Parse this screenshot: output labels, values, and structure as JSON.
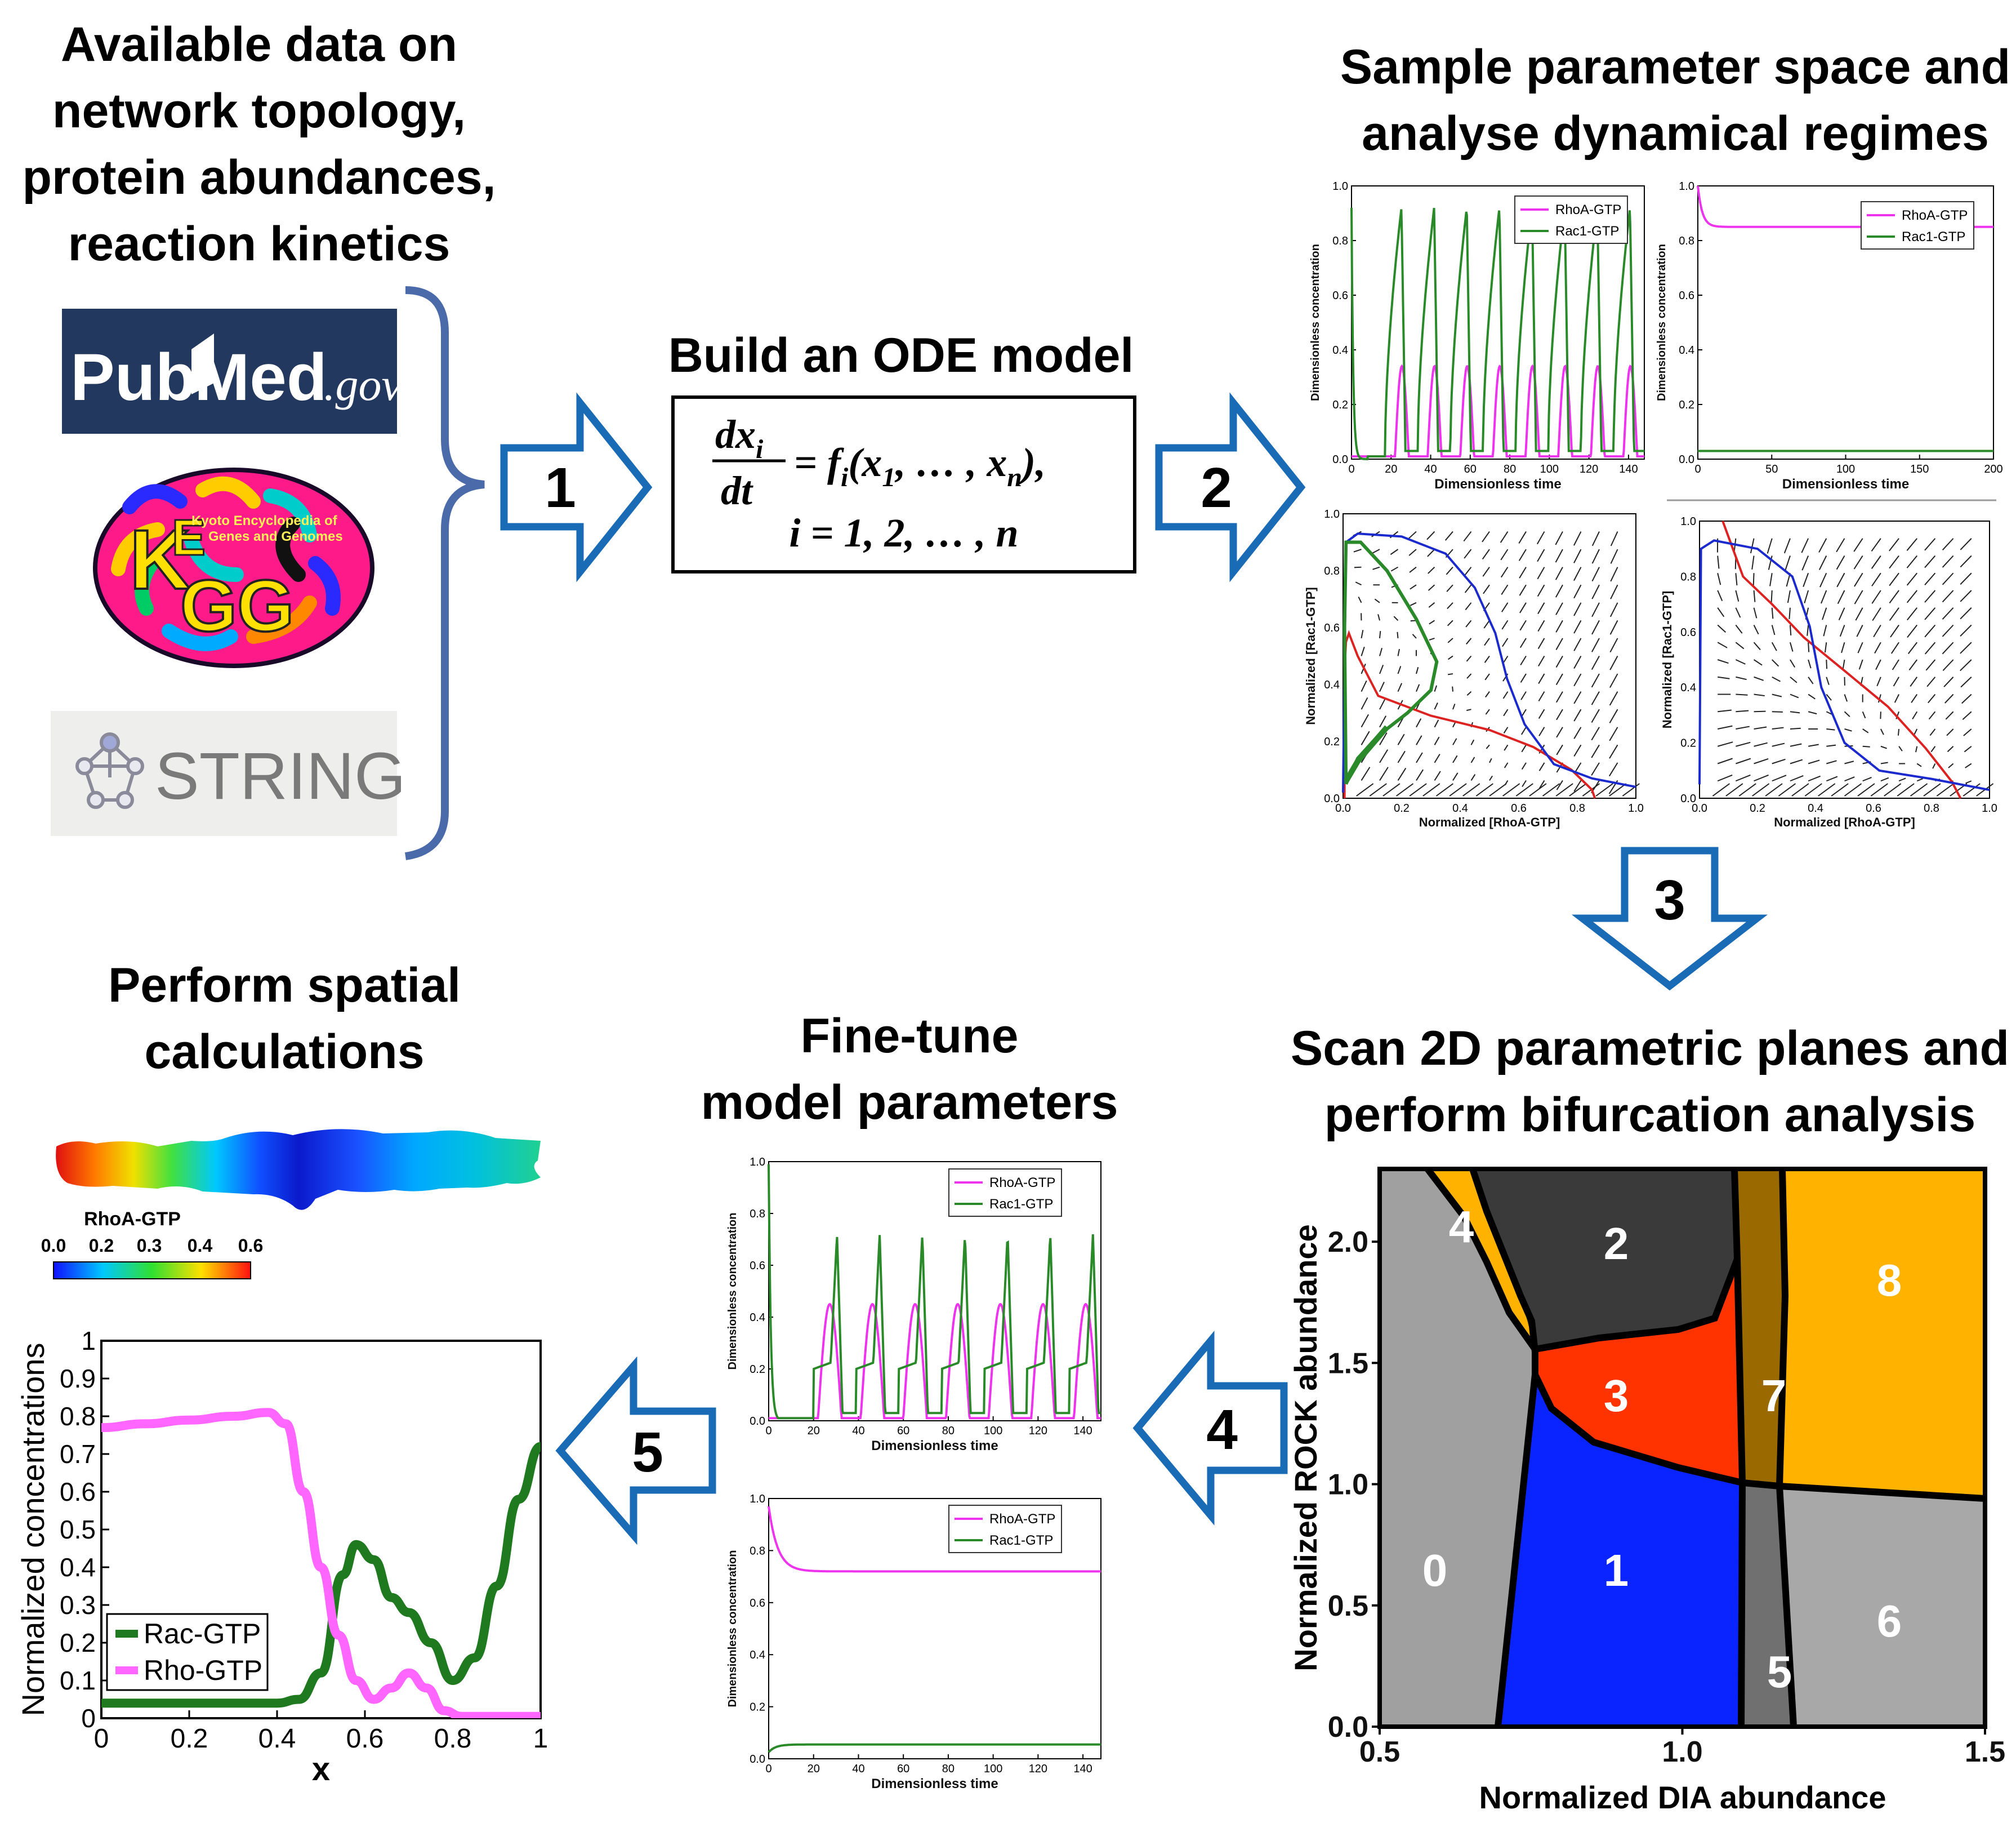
{
  "titles": {
    "data_sources": [
      "Available data on",
      "network topology,",
      "protein abundances,",
      "reaction kinetics"
    ],
    "build": "Build an ODE model",
    "sample": [
      "Sample parameter space and",
      "analyse dynamical regimes"
    ],
    "scan": [
      "Scan 2D parametric planes and",
      "perform bifurcation analysis"
    ],
    "finetune": [
      "Fine-tune",
      "model parameters"
    ],
    "spatial": [
      "Perform spatial",
      "calculations"
    ]
  },
  "logos": {
    "pubmed": {
      "pub": "Pub",
      "med": "Med",
      "gov": ".gov",
      "bg": "#22385f"
    },
    "kegg": {
      "letters": "KEGG",
      "sub": "Kyoto Encyclopedia of Genes and Genomes"
    },
    "string": {
      "text": "STRING"
    }
  },
  "equation": {
    "lhs_num": "dx",
    "lhs_sub": "i",
    "lhs_den": "dt",
    "rhs": "= f",
    "rhs_sub": "i",
    "rhs_args": "(x",
    "rhs_tail": ", … , x",
    "rhs_n": "n",
    "rhs_end": "),",
    "line2": "i = 1, 2, … , n"
  },
  "arrows": [
    {
      "id": "1",
      "label": "1"
    },
    {
      "id": "2",
      "label": "2"
    },
    {
      "id": "3",
      "label": "3"
    },
    {
      "id": "4",
      "label": "4"
    },
    {
      "id": "5",
      "label": "5"
    }
  ],
  "colors": {
    "arrow": "#1a6bb5",
    "rho": "#ee33ee",
    "rac": "#2a8a2a",
    "nullcline_red": "#dd2222",
    "nullcline_blue": "#1a2acc",
    "spatial_rac": "#1f7a1f",
    "spatial_rho": "#ff66ff"
  },
  "timeplots": {
    "ylabel": "Dimensionless concentration",
    "xlabel": "Dimensionless time",
    "legend": [
      "RhoA-GTP",
      "Rac1-GTP"
    ],
    "yticks": [
      "0.0",
      "0.2",
      "0.4",
      "0.6",
      "0.8",
      "1.0"
    ],
    "osc_xticks": [
      "0",
      "20",
      "40",
      "60",
      "80",
      "100",
      "120",
      "140"
    ],
    "steady_xticks": [
      "0",
      "50",
      "100",
      "150",
      "200"
    ]
  },
  "phaseplots": {
    "xlabel": "Normalized [RhoA-GTP]",
    "ylabel": "Normalized [Rac1-GTP]",
    "ticks": [
      "0.0",
      "0.2",
      "0.4",
      "0.6",
      "0.8",
      "1.0"
    ]
  },
  "bifurcation": {
    "xlabel": "Normalized DIA abundance",
    "ylabel": "Normalized ROCK abundance",
    "xticks": [
      "0.5",
      "1.0",
      "1.5"
    ],
    "yticks": [
      "0.0",
      "0.5",
      "1.0",
      "1.5",
      "2.0"
    ],
    "xlim": [
      0.5,
      1.5
    ],
    "ylim": [
      0.0,
      2.3
    ],
    "regions": [
      {
        "label": "0",
        "color": "#a0a0a0"
      },
      {
        "label": "1",
        "color": "#0a24ff"
      },
      {
        "label": "2",
        "color": "#3a3a3a"
      },
      {
        "label": "3",
        "color": "#ff3300"
      },
      {
        "label": "4",
        "color": "#ffb300"
      },
      {
        "label": "5",
        "color": "#707070"
      },
      {
        "label": "6",
        "color": "#a8a8a8"
      },
      {
        "label": "7",
        "color": "#9a6a00"
      },
      {
        "label": "8",
        "color": "#ffb300"
      }
    ]
  },
  "colorbar": {
    "title": "RhoA-GTP",
    "ticks": [
      "0.0",
      "0.2",
      "0.3",
      "0.4",
      "0.6"
    ]
  },
  "spatial_chart": {
    "type": "line",
    "xlabel": "x",
    "ylabel": "Normalized concentrations",
    "xticks": [
      "0",
      "0.2",
      "0.4",
      "0.6",
      "0.8",
      "1"
    ],
    "yticks": [
      "0",
      "0.1",
      "0.2",
      "0.3",
      "0.4",
      "0.5",
      "0.6",
      "0.7",
      "0.8",
      "0.9",
      "1"
    ],
    "xlim": [
      0,
      1
    ],
    "ylim": [
      0,
      1
    ],
    "series": [
      {
        "name": "Rac-GTP",
        "x": [
          0,
          0.1,
          0.2,
          0.3,
          0.4,
          0.45,
          0.5,
          0.55,
          0.58,
          0.62,
          0.66,
          0.7,
          0.75,
          0.8,
          0.85,
          0.9,
          0.95,
          1.0
        ],
        "y": [
          0.04,
          0.04,
          0.04,
          0.04,
          0.04,
          0.05,
          0.12,
          0.38,
          0.46,
          0.42,
          0.32,
          0.28,
          0.2,
          0.1,
          0.16,
          0.35,
          0.58,
          0.72
        ]
      },
      {
        "name": "Rho-GTP",
        "x": [
          0,
          0.1,
          0.2,
          0.3,
          0.38,
          0.42,
          0.46,
          0.5,
          0.54,
          0.58,
          0.62,
          0.66,
          0.7,
          0.74,
          0.78,
          0.82,
          0.9,
          1.0
        ],
        "y": [
          0.77,
          0.78,
          0.79,
          0.8,
          0.81,
          0.78,
          0.6,
          0.4,
          0.22,
          0.1,
          0.05,
          0.08,
          0.12,
          0.08,
          0.02,
          0.005,
          0.005,
          0.005
        ]
      }
    ]
  }
}
